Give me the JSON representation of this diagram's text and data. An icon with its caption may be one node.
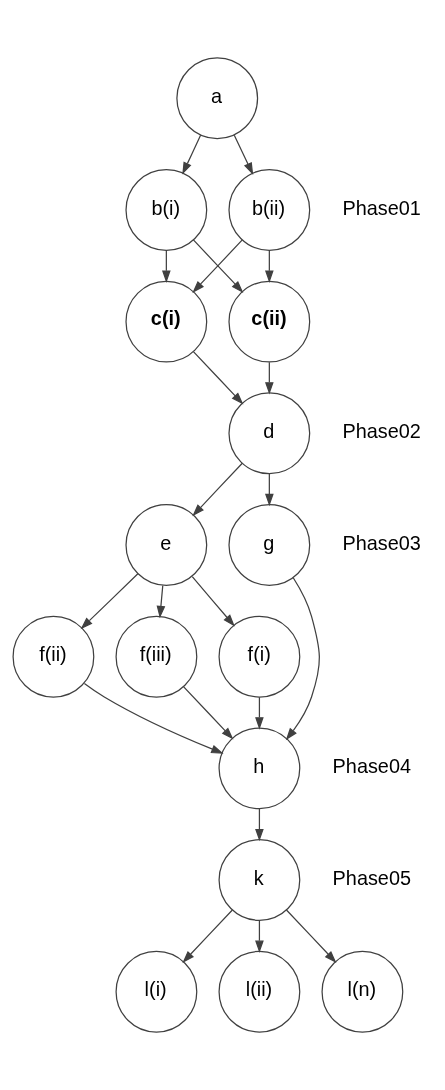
{
  "diagram": {
    "nodes": [
      {
        "text": [
          "a"
        ]
      },
      {
        "text": [
          "b(i)"
        ]
      },
      {
        "text": [
          "b(ii)"
        ]
      },
      {
        "text": [
          "c(i)"
        ]
      },
      {
        "text": [
          "c(ii)"
        ]
      },
      {
        "text": [
          "d"
        ]
      },
      {
        "text": [
          "e"
        ]
      },
      {
        "text": [
          "f(i)"
        ]
      },
      {
        "text": [
          "f(ii)"
        ]
      },
      {
        "text": [
          "f(iii)"
        ]
      },
      {
        "text": [
          "h"
        ]
      },
      {
        "text": [
          "g"
        ]
      },
      {
        "text": [
          "k"
        ]
      },
      {
        "text": [
          "l(i)"
        ]
      },
      {
        "text": [
          "l(ii)"
        ]
      },
      {
        "text": [
          "l(n)"
        ]
      }
    ],
    "edges": [
      {
        "from": 0,
        "to": 1,
        "arrow": "to"
      },
      {
        "from": 0,
        "to": 2,
        "arrow": "to"
      },
      {
        "from": 1,
        "to": 3,
        "arrow": "to"
      },
      {
        "from": 1,
        "to": 4,
        "arrow": "to"
      },
      {
        "from": 2,
        "to": 3,
        "arrow": "to"
      },
      {
        "from": 2,
        "to": 4,
        "arrow": "to"
      },
      {
        "from": 3,
        "to": 5,
        "arrow": "to"
      },
      {
        "from": 4,
        "to": 5,
        "arrow": "to"
      },
      {
        "from": 5,
        "to": 6,
        "arrow": "to"
      },
      {
        "from": 5,
        "to": 11,
        "arrow": "to"
      },
      {
        "from": 6,
        "to": 7,
        "arrow": "to"
      },
      {
        "from": 6,
        "to": 8,
        "arrow": "to"
      },
      {
        "from": 6,
        "to": 9,
        "arrow": "to"
      },
      {
        "from": 7,
        "to": 10,
        "arrow": "to"
      },
      {
        "from": 8,
        "to": 10,
        "arrow": "to"
      },
      {
        "from": 9,
        "to": 10,
        "arrow": "to"
      },
      {
        "from": 11,
        "to": 10,
        "arrow": "to"
      },
      {
        "from": 10,
        "to": 12,
        "arrow": "to"
      },
      {
        "from": 12,
        "to": 13,
        "arrow": "to"
      },
      {
        "from": 12,
        "to": 14,
        "arrow": "to"
      },
      {
        "from": 12,
        "to": 15,
        "arrow": "to"
      }
    ],
    "labels": [
      "Phase01",
      "Phase02",
      "Phase03",
      "Phase04",
      "Phase05"
    ]
  }
}
